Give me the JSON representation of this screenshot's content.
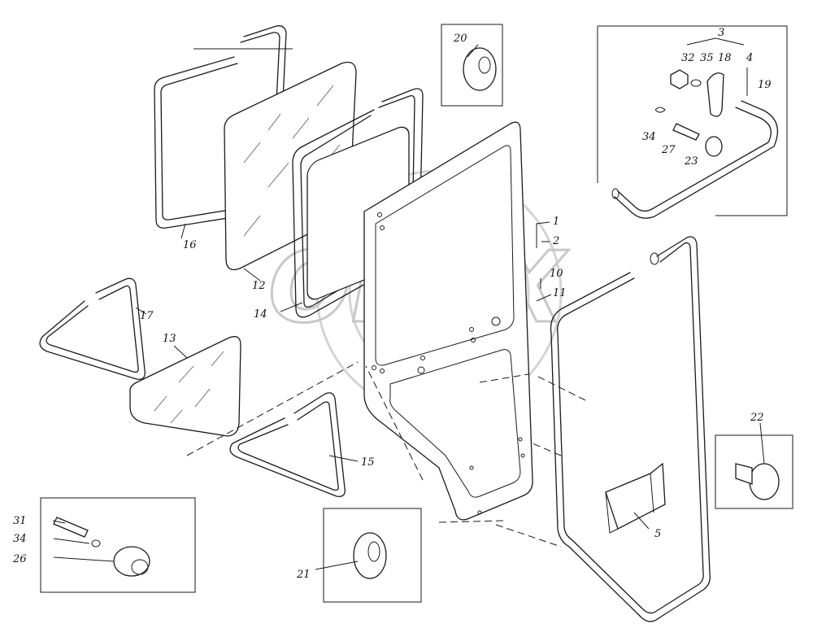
{
  "watermark": {
    "text": "OPEX"
  },
  "callouts": [
    {
      "id": "c1",
      "text": "1"
    },
    {
      "id": "c2",
      "text": "2"
    },
    {
      "id": "c3",
      "text": "3"
    },
    {
      "id": "c4",
      "text": "4"
    },
    {
      "id": "c5",
      "text": "5"
    },
    {
      "id": "c10",
      "text": "10"
    },
    {
      "id": "c11",
      "text": "11"
    },
    {
      "id": "c12",
      "text": "12"
    },
    {
      "id": "c13",
      "text": "13"
    },
    {
      "id": "c14",
      "text": "14"
    },
    {
      "id": "c15",
      "text": "15"
    },
    {
      "id": "c16",
      "text": "16"
    },
    {
      "id": "c17",
      "text": "17"
    },
    {
      "id": "c18",
      "text": "18"
    },
    {
      "id": "c19",
      "text": "19"
    },
    {
      "id": "c20",
      "text": "20"
    },
    {
      "id": "c21",
      "text": "21"
    },
    {
      "id": "c22",
      "text": "22"
    },
    {
      "id": "c23",
      "text": "23"
    },
    {
      "id": "c26",
      "text": "26"
    },
    {
      "id": "c27",
      "text": "27"
    },
    {
      "id": "c31",
      "text": "31"
    },
    {
      "id": "c32",
      "text": "32"
    },
    {
      "id": "c34a",
      "text": "34"
    },
    {
      "id": "c34b",
      "text": "34"
    },
    {
      "id": "c35",
      "text": "35"
    }
  ]
}
